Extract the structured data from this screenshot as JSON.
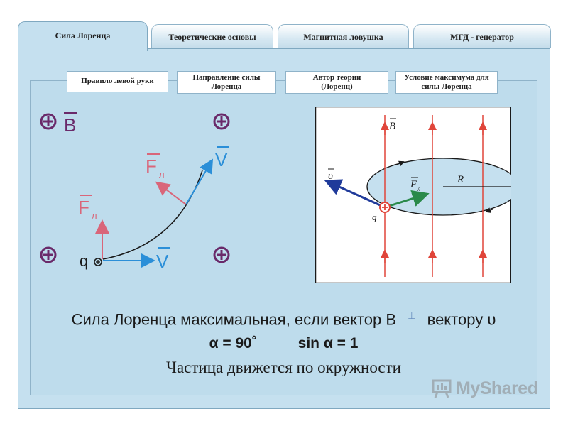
{
  "tabs": [
    {
      "label": "Сила  Лоренца",
      "active": true
    },
    {
      "label": "Теоретические основы",
      "active": false
    },
    {
      "label": "Магнитная ловушка",
      "active": false
    },
    {
      "label": "МГД - генератор",
      "active": false
    }
  ],
  "subtabs": [
    {
      "label": "Правило левой руки"
    },
    {
      "label": "Направление силы Лоренца"
    },
    {
      "label": "Автор теории (Лоренц)"
    },
    {
      "label": "Условие максимума для силы Лоренца"
    }
  ],
  "left_diagram": {
    "b_label": "B",
    "f_label": "F",
    "f_sub": "л",
    "v_label": "V",
    "q_label": "q"
  },
  "right_diagram": {
    "b_label": "B",
    "v_label": "υ",
    "f_label": "F",
    "f_sub": "л",
    "r_label": "R",
    "q_label": "q"
  },
  "caption": {
    "line1_start": "Сила Лоренца максимальная, если вектор В",
    "perp_symbol": "⊥",
    "line1_end": "вектору υ",
    "alpha": "α = 90˚",
    "sin": "sin α = 1",
    "line3": "Частица движется по окружности"
  },
  "watermark": {
    "text": "MyShared"
  },
  "colors": {
    "panel": "#c5e0ef",
    "field": "#e0453a",
    "velocity": "#2b8fd8",
    "force": "#d9667a",
    "accent_purple": "#6a2a6a"
  }
}
